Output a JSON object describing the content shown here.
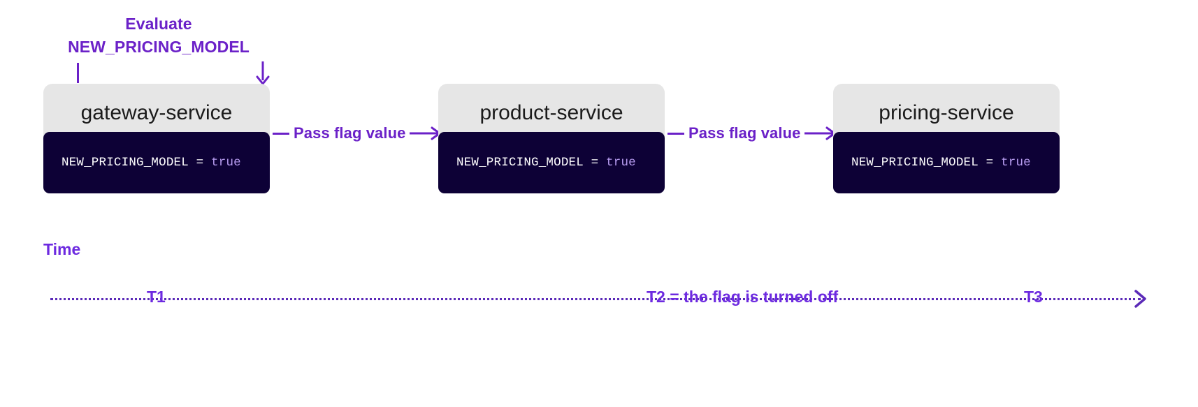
{
  "colors": {
    "accent_purple": "#6b21c8",
    "timeline_purple": "#6d2ae0",
    "header_gray": "#e6e6e6",
    "code_bg": "#0d0136",
    "code_text": "#ffffff",
    "code_value": "#b79cf0",
    "title_text": "#1b1b1b",
    "page_bg": "#ffffff"
  },
  "annotation": {
    "line1": "Evaluate",
    "line2": "NEW_PRICING_MODEL",
    "stem_icon": "vertical-line-icon",
    "arrow_icon": "arrow-down-icon"
  },
  "services": [
    {
      "id": "gateway",
      "title": "gateway-service",
      "code_key": "NEW_PRICING_MODEL",
      "code_eq": "=",
      "code_value": "true"
    },
    {
      "id": "product",
      "title": "product-service",
      "code_key": "NEW_PRICING_MODEL",
      "code_eq": "=",
      "code_value": "true"
    },
    {
      "id": "pricing",
      "title": "pricing-service",
      "code_key": "NEW_PRICING_MODEL",
      "code_eq": "=",
      "code_value": "true"
    }
  ],
  "flows": [
    {
      "id": "gateway-to-product",
      "label": "Pass flag value",
      "arrow_icon": "arrow-right-icon"
    },
    {
      "id": "product-to-pricing",
      "label": "Pass flag value",
      "arrow_icon": "arrow-right-icon"
    }
  ],
  "timeline": {
    "label": "Time",
    "arrow_icon": "arrow-right-icon",
    "ticks": [
      {
        "id": "t1",
        "label": "T1"
      },
      {
        "id": "t2",
        "label": "T2 = the flag is turned off"
      },
      {
        "id": "t3",
        "label": "T3"
      }
    ]
  }
}
